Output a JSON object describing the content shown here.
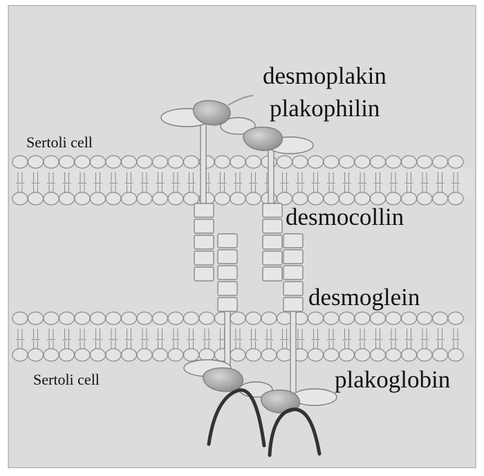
{
  "labels": {
    "sertoli_top": "Sertoli cell",
    "sertoli_bottom": "Sertoli cell",
    "desmoplakin": "desmoplakin",
    "plakophilin": "plakophilin",
    "desmocollin": "desmocollin",
    "desmoglein": "desmoglein",
    "plakoglobin": "plakoglobin"
  },
  "colors": {
    "background": "#dcdcdc",
    "outline": "#8a8a8a",
    "protein": "#a8a8a8",
    "filament": "#333333"
  }
}
